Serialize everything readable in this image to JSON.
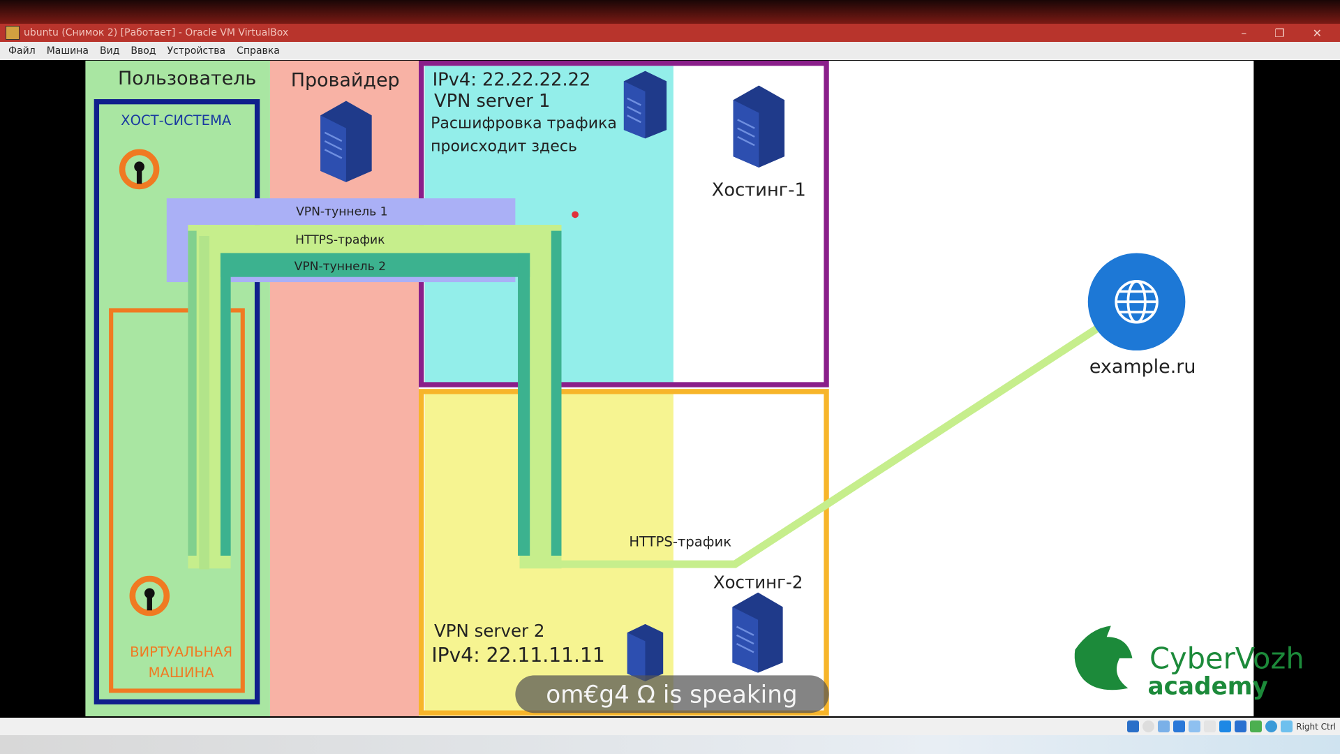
{
  "window": {
    "title": "ubuntu (Снимок 2) [Работает] - Oracle VM VirtualBox",
    "controls": [
      "–",
      "❐",
      "✕"
    ]
  },
  "menu": [
    "Файл",
    "Машина",
    "Вид",
    "Ввод",
    "Устройства",
    "Справка"
  ],
  "slide": {
    "user_col": "Пользователь",
    "provider_col": "Провайдер",
    "host_system": "ХОСТ-СИСТЕМА",
    "vm_line1": "ВИРТУАЛЬНАЯ",
    "vm_line2": "МАШИНА",
    "vpn1_ip": "IPv4: 22.22.22.22",
    "vpn1_name": "VPN server 1",
    "vpn1_note1": "Расшифровка трафика",
    "vpn1_note2": "происходит здесь",
    "hosting1": "Хостинг-1",
    "tunnel1": "VPN-туннель 1",
    "https_top": "HTTPS-трафик",
    "tunnel2": "VPN-туннель 2",
    "https_bottom": "HTTPS-трафик",
    "vpn2_name": "VPN server 2",
    "vpn2_ip": "IPv4: 22.11.11.11",
    "hosting2": "Хостинг-2",
    "site": "example.ru",
    "logo_line1": "CyberVozh",
    "logo_line2": "academy",
    "colors": {
      "user": "#a9e6a2",
      "provider": "#f8b2a5",
      "vpn1": "#93eeea",
      "vpn2": "#f6f491",
      "purple": "#8a1f8a",
      "orange": "#f7b52a",
      "globe": "#1d78d6"
    }
  },
  "overlay": {
    "speaking": "om€g4 Ω is speaking"
  },
  "statusbar": {
    "host_key": "Right Ctrl"
  }
}
